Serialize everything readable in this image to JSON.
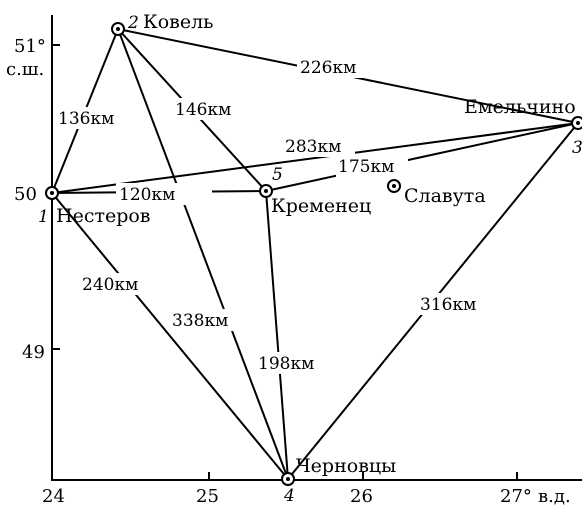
{
  "axes": {
    "y_ticks": [
      "51°",
      "50",
      "49"
    ],
    "y_unit": "с.ш.",
    "x_ticks": [
      "24",
      "25",
      "26",
      "27°"
    ],
    "x_unit": "в.д."
  },
  "cities": [
    {
      "id": "nesterov",
      "num": "1",
      "name": "Нестеров"
    },
    {
      "id": "kovel",
      "num": "2",
      "name": "Ковель"
    },
    {
      "id": "emelchino",
      "num": "3",
      "name": "Емельчино"
    },
    {
      "id": "chernovtsy",
      "num": "4",
      "name": "Черновцы"
    },
    {
      "id": "kremenets",
      "num": "5",
      "name": "Кременец"
    },
    {
      "id": "slavuta",
      "num": "",
      "name": "Славута"
    }
  ],
  "roads": [
    {
      "id": "1-2",
      "label": "136км"
    },
    {
      "id": "2-3",
      "label": "226км"
    },
    {
      "id": "2-5",
      "label": "146км"
    },
    {
      "id": "1-3",
      "label": "283км"
    },
    {
      "id": "5-3",
      "label": "175км"
    },
    {
      "id": "1-5",
      "label": "120км"
    },
    {
      "id": "1-4",
      "label": "240км"
    },
    {
      "id": "2-4",
      "label": "338км"
    },
    {
      "id": "5-4",
      "label": "198км"
    },
    {
      "id": "4-3",
      "label": "316км"
    }
  ],
  "icons": {
    "city": "city-marker-icon"
  }
}
